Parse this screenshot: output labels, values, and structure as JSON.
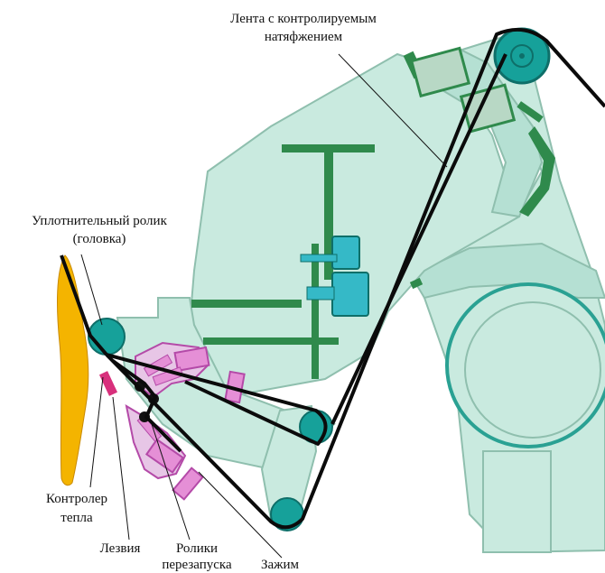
{
  "labels": {
    "tape_line1": "Лента с контролируемым",
    "tape_line2": "натяфжением",
    "roller_line1": "Уплотнительный ролик",
    "roller_line2": "(головка)",
    "heat_line1": "Контролер",
    "heat_line2": "тепла",
    "blades": "Лезвия",
    "restart_line1": "Ролики",
    "restart_line2": "перезапуска",
    "clamp": "Зажим"
  },
  "colors": {
    "body_fill": "#c9eadf",
    "body_stroke": "#8fbfae",
    "dark_green": "#2f8a4c",
    "teal": "#16a19a",
    "teal_dark": "#0e6f69",
    "pink": "#e58fd6",
    "pink_dark": "#b44aa8",
    "magenta": "#d8307c",
    "orange": "#f4b400",
    "tape": "#0b0b0b",
    "cyan_part": "#35b9c7"
  }
}
